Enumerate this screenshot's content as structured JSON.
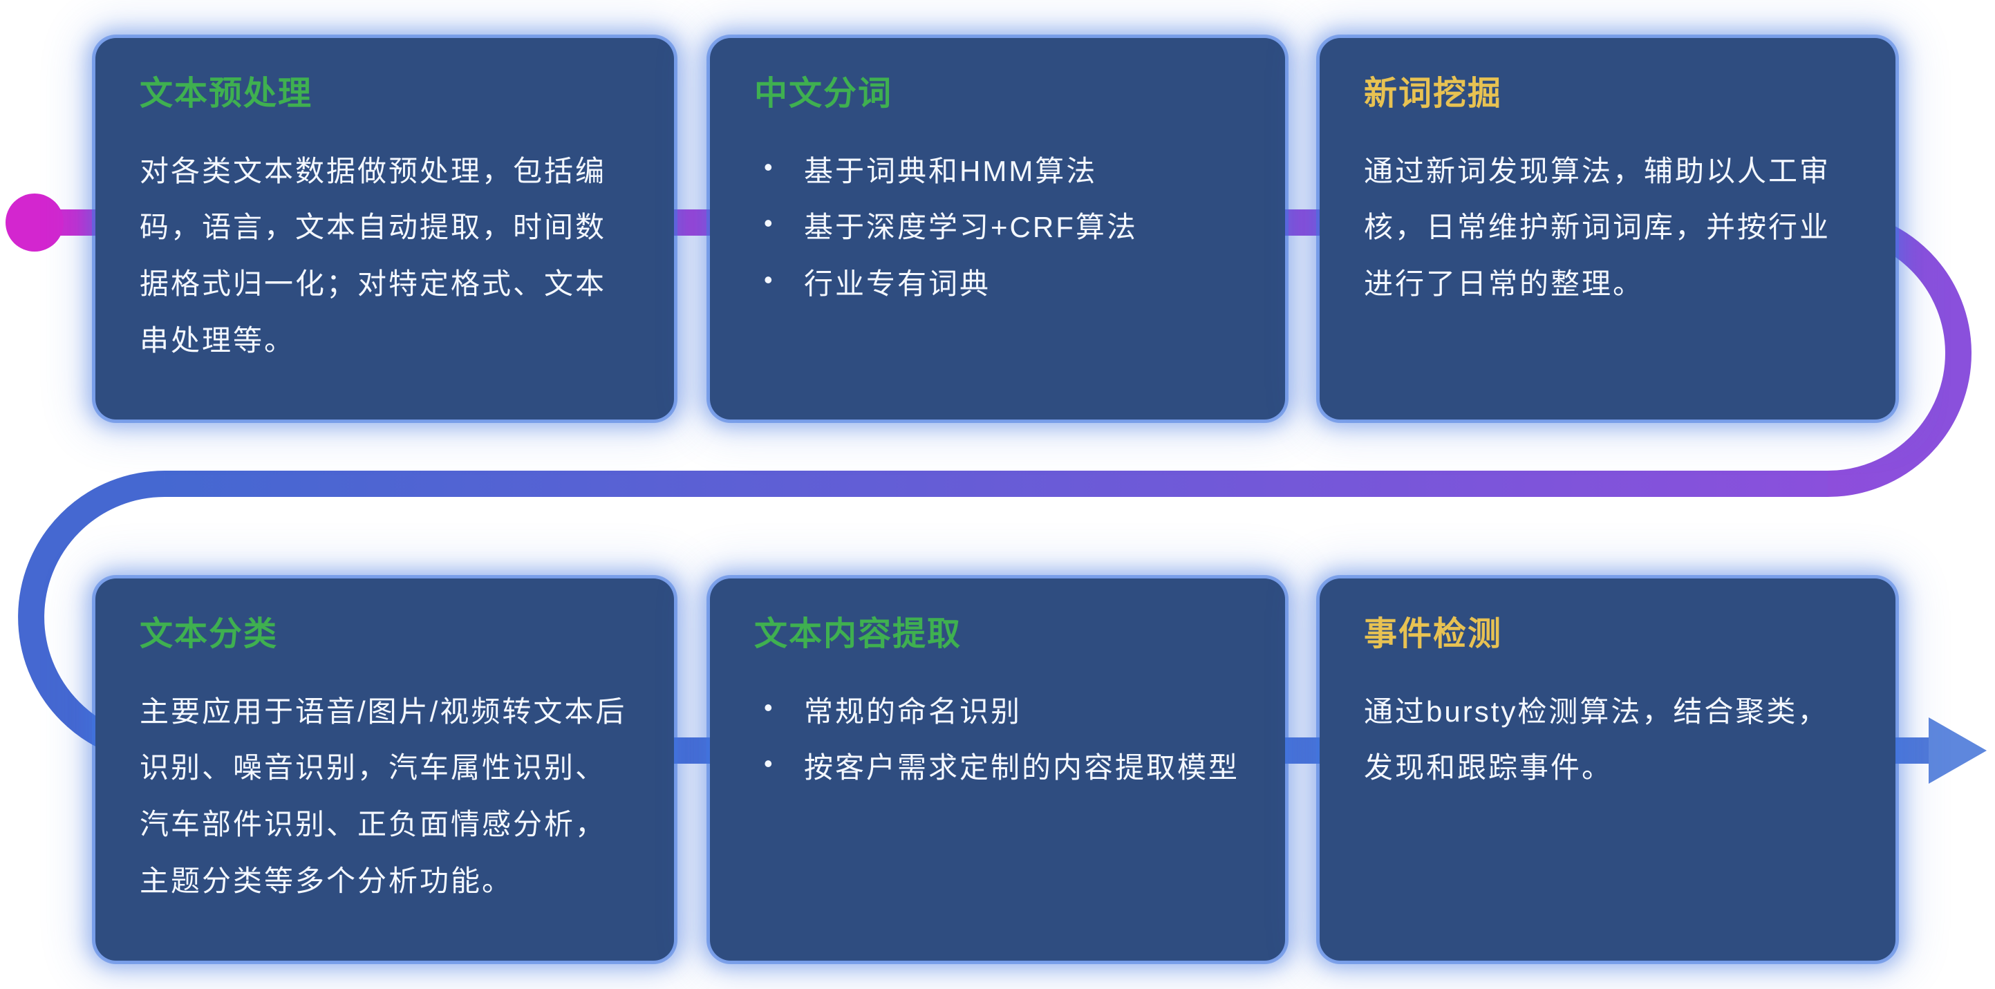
{
  "colors": {
    "background": "#ffffff",
    "card_bg": "#2f4d80",
    "card_glow": "#4075e0",
    "title_green": "#3fb050",
    "title_yellow": "#e8c252",
    "body_text": "#f4f8ff",
    "line_magenta": "#cc2bd0",
    "line_mid_purple": "#a43fd6",
    "line_purple": "#8a50dc",
    "line_blue": "#4568d1",
    "line_blue_light": "#5079d8",
    "dot": "#d326cf",
    "arrow": "#5e87dd"
  },
  "bullet_char": "•",
  "cards": [
    {
      "title": "文本预处理",
      "body": "对各类文本数据做预处理，包括编码，语言，文本自动提取，时间数据格式归一化；对特定格式、文本串处理等。",
      "bullets": []
    },
    {
      "title": "中文分词",
      "body": "",
      "bullets": [
        "基于词典和HMM算法",
        "基于深度学习+CRF算法",
        "行业专有词典"
      ]
    },
    {
      "title": "新词挖掘",
      "body": "通过新词发现算法，辅助以人工审核，日常维护新词词库，并按行业进行了日常的整理。",
      "bullets": []
    },
    {
      "title": "文本分类",
      "body": "主要应用于语音/图片/视频转文本后识别、噪音识别，汽车属性识别、汽车部件识别、正负面情感分析，主题分类等多个分析功能。",
      "bullets": []
    },
    {
      "title": "文本内容提取",
      "body": "",
      "bullets": [
        "常规的命名识别",
        "按客户需求定制的内容提取模型"
      ]
    },
    {
      "title": "事件检测",
      "body": "通过bursty检测算法，结合聚类，发现和跟踪事件。",
      "bullets": []
    }
  ]
}
